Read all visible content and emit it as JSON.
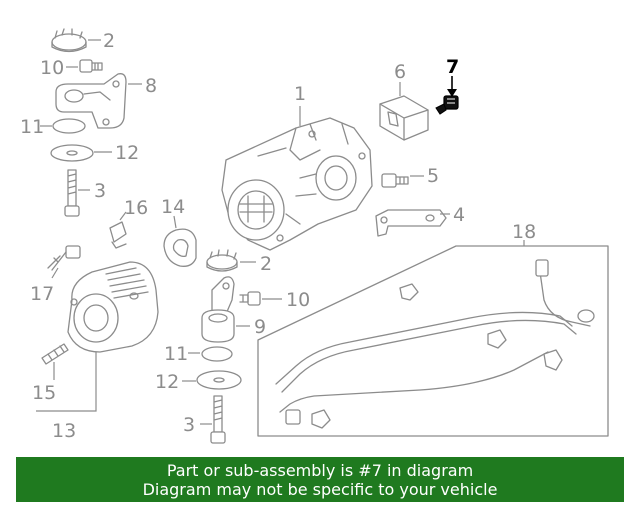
{
  "callouts": {
    "c1": "1",
    "c2a": "2",
    "c2b": "2",
    "c3a": "3",
    "c3b": "3",
    "c4": "4",
    "c5": "5",
    "c6": "6",
    "c7": "7",
    "c8": "8",
    "c9": "9",
    "c10a": "10",
    "c10b": "10",
    "c11a": "11",
    "c11b": "11",
    "c12a": "12",
    "c12b": "12",
    "c13": "13",
    "c14": "14",
    "c15": "15",
    "c16": "16",
    "c17": "17",
    "c18": "18"
  },
  "highlighted_part": "7",
  "colors": {
    "line": "#8c8c8c",
    "highlight": "#000000",
    "banner": "#1f7a1f",
    "banner_text": "#ffffff"
  },
  "banner": {
    "line1": "Part or sub-assembly is #7 in diagram",
    "line2": "Diagram may not be specific to your vehicle"
  }
}
